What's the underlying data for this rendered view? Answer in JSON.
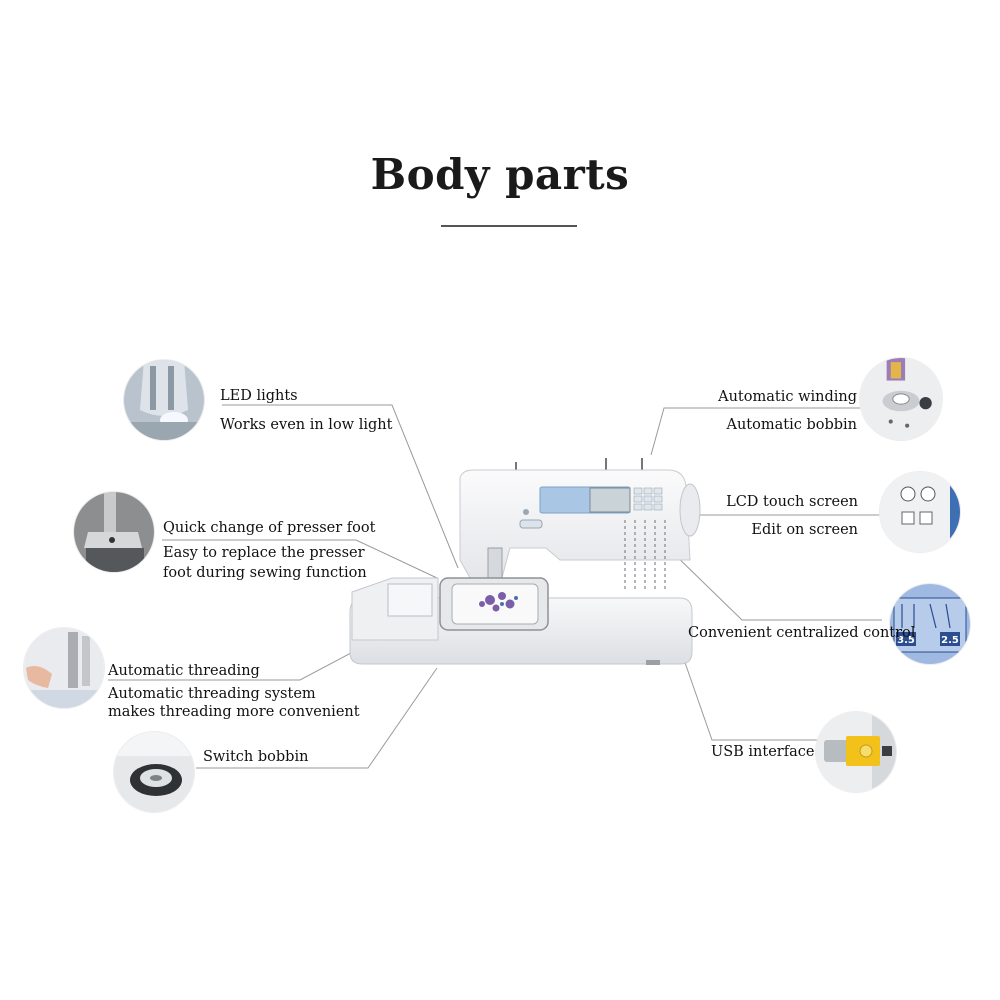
{
  "title": "Body parts",
  "callouts": {
    "led": {
      "title": "LED lights",
      "desc": "Works even in low light"
    },
    "presser": {
      "title": "Quick change of presser foot",
      "desc1": "Easy to replace the presser",
      "desc2": "foot during sewing function"
    },
    "threading": {
      "title": "Automatic threading",
      "desc1": "Automatic threading system",
      "desc2": "makes threading more convenient"
    },
    "bobbin_switch": {
      "title": "Switch bobbin"
    },
    "winding": {
      "title": "Automatic winding",
      "desc": "Automatic bobbin"
    },
    "lcd": {
      "title": "LCD touch screen",
      "desc": "Edit on screen"
    },
    "control": {
      "title": "Convenient centralized control",
      "screen_left": "3.5",
      "screen_right": "2.5"
    },
    "usb": {
      "title": "USB interface"
    }
  },
  "colors": {
    "machine_body": "#f1f2f4",
    "accent_blue": "#9fc0e0",
    "leader_line": "#9a9a9a",
    "usb_yellow": "#f2c21b"
  }
}
